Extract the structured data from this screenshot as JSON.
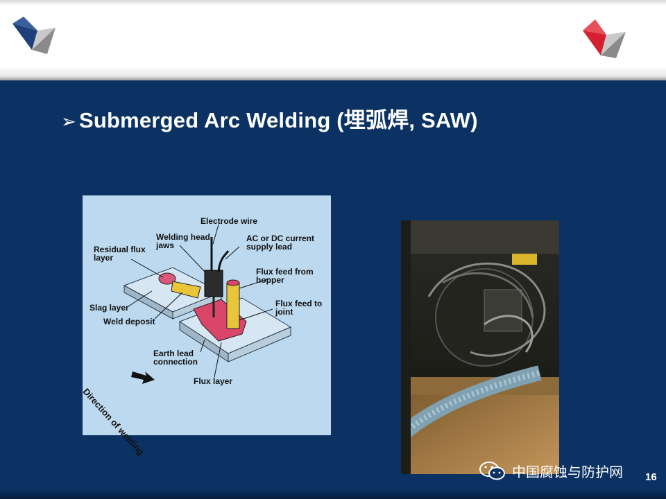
{
  "slide": {
    "title_bullet": "➢",
    "title": "Submerged Arc Welding (埋弧焊, SAW)",
    "page_number": "16"
  },
  "diagram": {
    "labels": {
      "electrode_wire": "Electrode wire",
      "welding_head_jaws_1": "Welding head",
      "welding_head_jaws_2": "jaws",
      "current_supply_1": "AC or DC current",
      "current_supply_2": "supply lead",
      "residual_flux_1": "Residual flux",
      "residual_flux_2": "layer",
      "flux_feed_hopper_1": "Flux feed from",
      "flux_feed_hopper_2": "hopper",
      "slag_layer": "Slag layer",
      "weld_deposit": "Weld deposit",
      "flux_feed_joint_1": "Flux feed to",
      "flux_feed_joint_2": "joint",
      "earth_lead_1": "Earth lead",
      "earth_lead_2": "connection",
      "flux_layer": "Flux layer",
      "direction": "Direction of welding"
    }
  },
  "watermark": {
    "text": "中国腐蚀与防护网",
    "icon": "wechat-icon"
  },
  "colors": {
    "background": "#0b3263",
    "logo_left": "#1f3f7a",
    "logo_right": "#d42030",
    "diagram_bg": "#bcd9ef"
  }
}
